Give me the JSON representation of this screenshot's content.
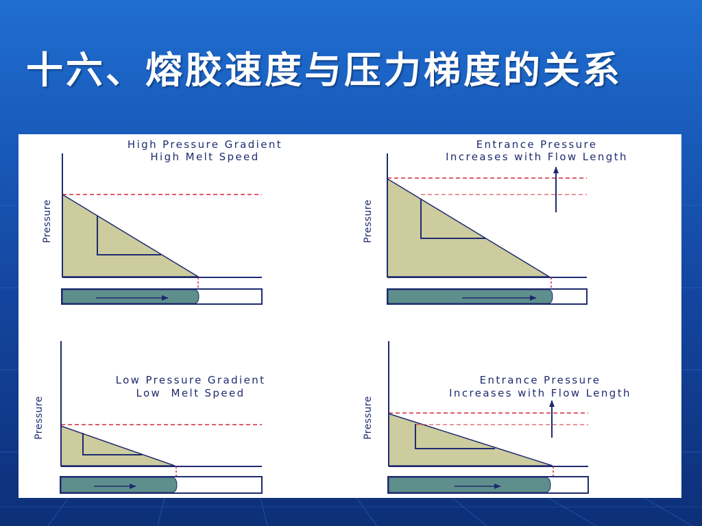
{
  "slide": {
    "title": "十六、熔胶速度与压力梯度的关系"
  },
  "colors": {
    "background": "#1a5fc0",
    "melt_fill": "#cccc9e",
    "cylinder_fill": "#5f8f8c",
    "guide_red": "#d4243c",
    "ink": "#1e2a6e"
  },
  "panels": [
    {
      "caption_line1": "High Pressure Gradient",
      "caption_line2": "High Melt Speed",
      "y_label": "Pressure",
      "entrance_arrow": false
    },
    {
      "caption_line1": "Entrance Pressure",
      "caption_line2": "Increases with Flow Length",
      "y_label": "Pressure",
      "entrance_arrow": true
    },
    {
      "caption_line1": "Low Pressure Gradient",
      "caption_line2": "Low  Melt Speed",
      "y_label": "Pressure",
      "entrance_arrow": false
    },
    {
      "caption_line1": "Entrance Pressure",
      "caption_line2": "Increases with Flow Length",
      "y_label": "Pressure",
      "entrance_arrow": true
    }
  ]
}
